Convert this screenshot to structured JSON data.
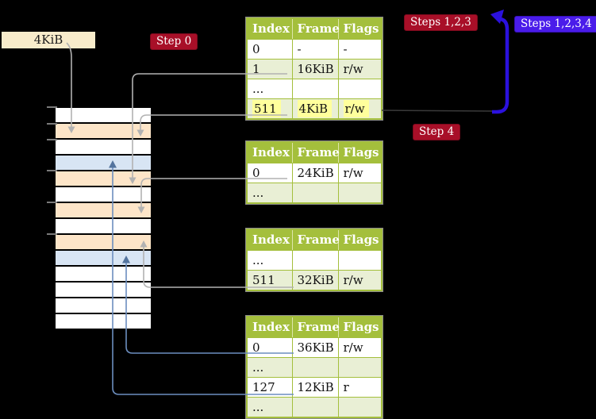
{
  "labels": {
    "frame_size": "4KiB",
    "step0": "Step 0",
    "steps123": "Steps 1,2,3",
    "steps1234": "Steps 1,2,3,4",
    "step4": "Step 4"
  },
  "tables": {
    "level4": {
      "headers": [
        "Index",
        "Frame",
        "Flags"
      ],
      "rows": [
        [
          "0",
          "-",
          "-"
        ],
        [
          "1",
          "16KiB",
          "r/w"
        ],
        [
          "...",
          "",
          ""
        ],
        [
          "511",
          "4KiB",
          "r/w"
        ]
      ]
    },
    "level3": {
      "headers": [
        "Index",
        "Frame",
        "Flags"
      ],
      "rows": [
        [
          "0",
          "24KiB",
          "r/w"
        ],
        [
          "...",
          "",
          ""
        ]
      ]
    },
    "level2": {
      "headers": [
        "Index",
        "Frame",
        "Flags"
      ],
      "rows": [
        [
          "...",
          "",
          ""
        ],
        [
          "511",
          "32KiB",
          "r/w"
        ]
      ]
    },
    "level1": {
      "headers": [
        "Index",
        "Frame",
        "Flags"
      ],
      "rows": [
        [
          "0",
          "36KiB",
          "r/w"
        ],
        [
          "...",
          "",
          ""
        ],
        [
          "127",
          "12KiB",
          "r"
        ],
        [
          "...",
          "",
          ""
        ]
      ]
    }
  },
  "memory": {
    "rows": [
      "white",
      "orange",
      "white",
      "blue",
      "orange",
      "white",
      "orange",
      "white",
      "orange",
      "blue",
      "white",
      "white",
      "white",
      "white"
    ]
  },
  "connections": [
    {
      "from": "frame-size-label",
      "to": "memory-row-1",
      "color": "gray"
    },
    {
      "from": "level4-entry-1-16KiB",
      "to": "memory-row-4",
      "color": "gray"
    },
    {
      "from": "level4-entry-511-4KiB",
      "to": "memory-row-1",
      "color": "gray"
    },
    {
      "from": "level3-entry-0-24KiB",
      "to": "memory-row-6",
      "color": "gray"
    },
    {
      "from": "level2-entry-511-32KiB",
      "to": "memory-row-8",
      "color": "gray"
    },
    {
      "from": "level1-entry-0-36KiB",
      "to": "memory-row-9",
      "color": "blue"
    },
    {
      "from": "level1-entry-127-12KiB",
      "to": "memory-row-3",
      "color": "blue"
    },
    {
      "from": "level4-entry-511",
      "to": "level4-table-top",
      "color": "big-blue"
    }
  ],
  "palette": {
    "background": "#000000",
    "table_header_green": "#a4bf3c",
    "table_row_green": "#e9efd5",
    "highlight_yellow": "#ffff9c",
    "frame_label_cream": "#f8eccb",
    "badge_red": "#a80f28",
    "badge_blue": "#4a1cea",
    "memory_orange": "#fde5c8",
    "memory_blue": "#d8e5f4",
    "arrow_gray": "#b2b2b2",
    "arrow_blue": "#6c8ebf",
    "big_arrow_blue": "#2b11dd"
  }
}
